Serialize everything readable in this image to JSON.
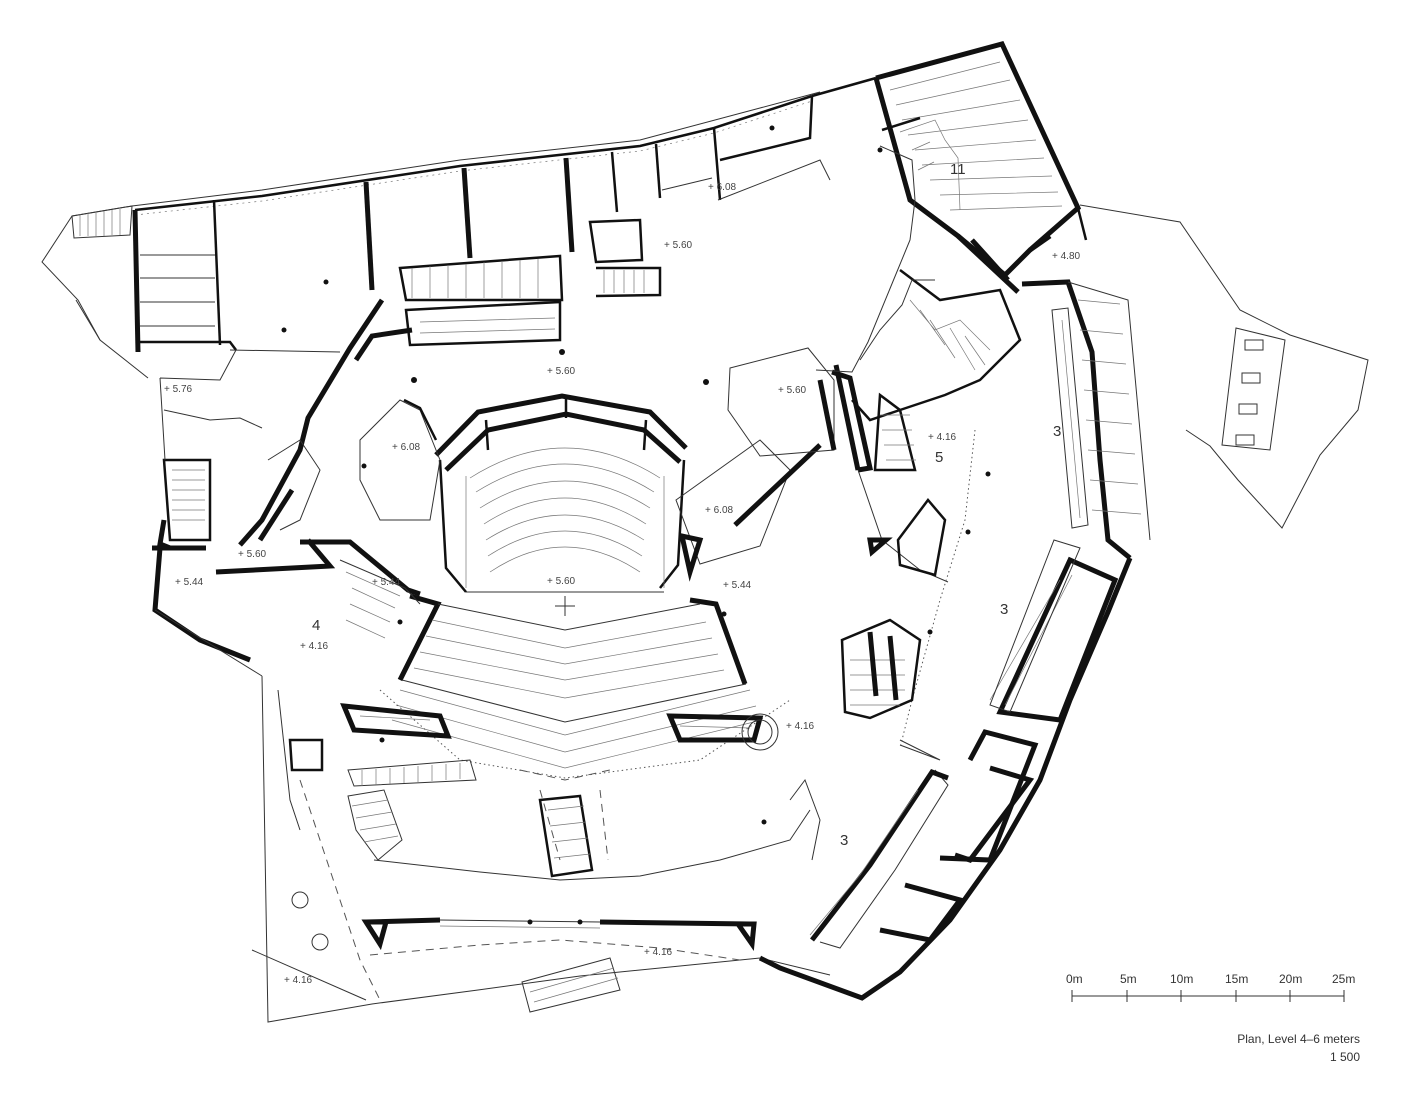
{
  "levels": [
    {
      "text": "+ 6.08"
    },
    {
      "text": "+ 5.60"
    },
    {
      "text": "+ 5.60"
    },
    {
      "text": "+ 5.60"
    },
    {
      "text": "+ 5.76"
    },
    {
      "text": "+ 6.08"
    },
    {
      "text": "+ 6.08"
    },
    {
      "text": "+ 5.60"
    },
    {
      "text": "+ 5.60"
    },
    {
      "text": "+ 5.44"
    },
    {
      "text": "+ 5.44"
    },
    {
      "text": "+ 5.44"
    },
    {
      "text": "+ 4.16"
    },
    {
      "text": "+ 4.16"
    },
    {
      "text": "+ 4.80"
    },
    {
      "text": "+ 4.16"
    },
    {
      "text": "+ 4.16"
    },
    {
      "text": "+ 4.16"
    }
  ],
  "zones": [
    {
      "text": "11"
    },
    {
      "text": "3"
    },
    {
      "text": "5"
    },
    {
      "text": "3"
    },
    {
      "text": "4"
    },
    {
      "text": "3"
    }
  ],
  "scale_bar": {
    "ticks": [
      "0m",
      "5m",
      "10m",
      "15m",
      "20m",
      "25m"
    ]
  },
  "caption": {
    "title": "Plan, Level 4–6 meters",
    "scale": "1   500"
  }
}
